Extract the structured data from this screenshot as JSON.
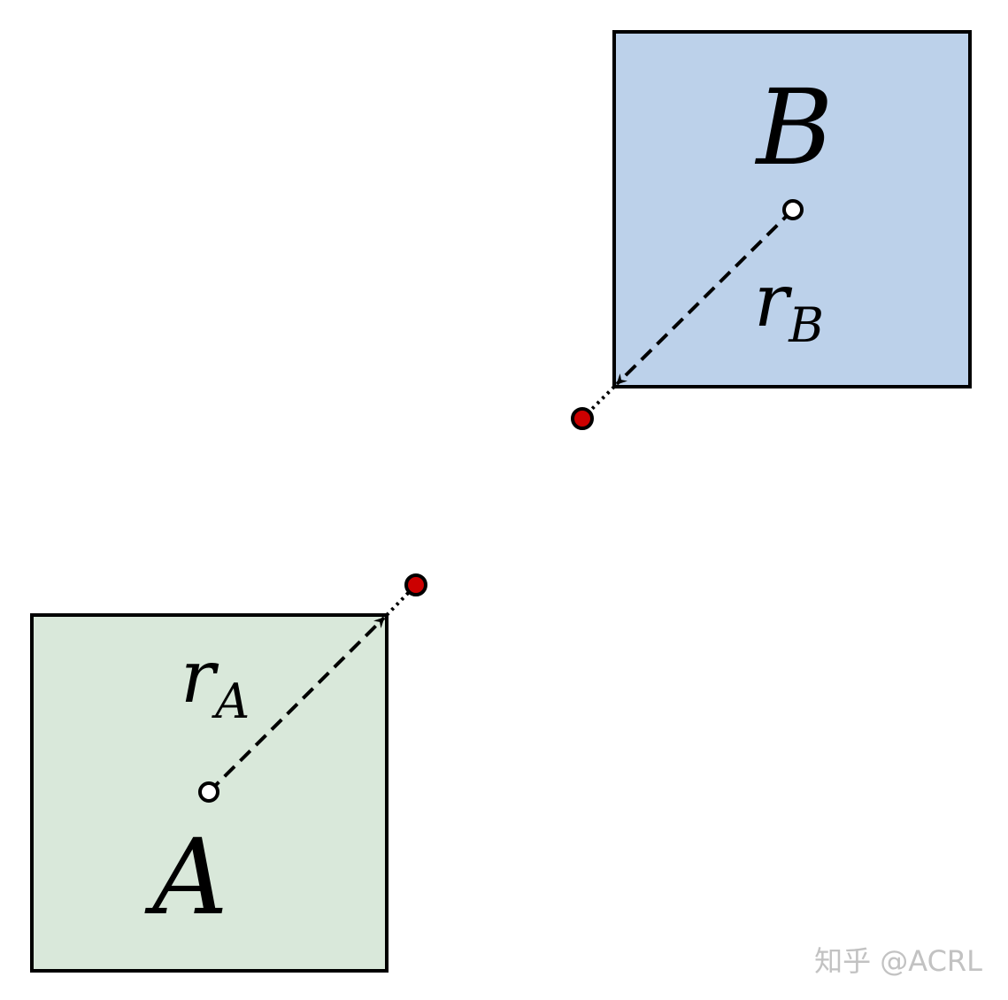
{
  "diagram": {
    "colors": {
      "box_a_fill": "#d9e8da",
      "box_b_fill": "#bcd1ea",
      "stroke": "#000000",
      "center_point_fill": "#ffffff",
      "corner_point_fill": "#cc0000",
      "watermark": "#c2c2c2"
    },
    "box_a": {
      "label": "A",
      "radius_symbol": "r",
      "radius_subscript": "A"
    },
    "box_b": {
      "label": "B",
      "radius_symbol": "r",
      "radius_subscript": "B"
    },
    "watermark": "知乎 @ACRL"
  }
}
